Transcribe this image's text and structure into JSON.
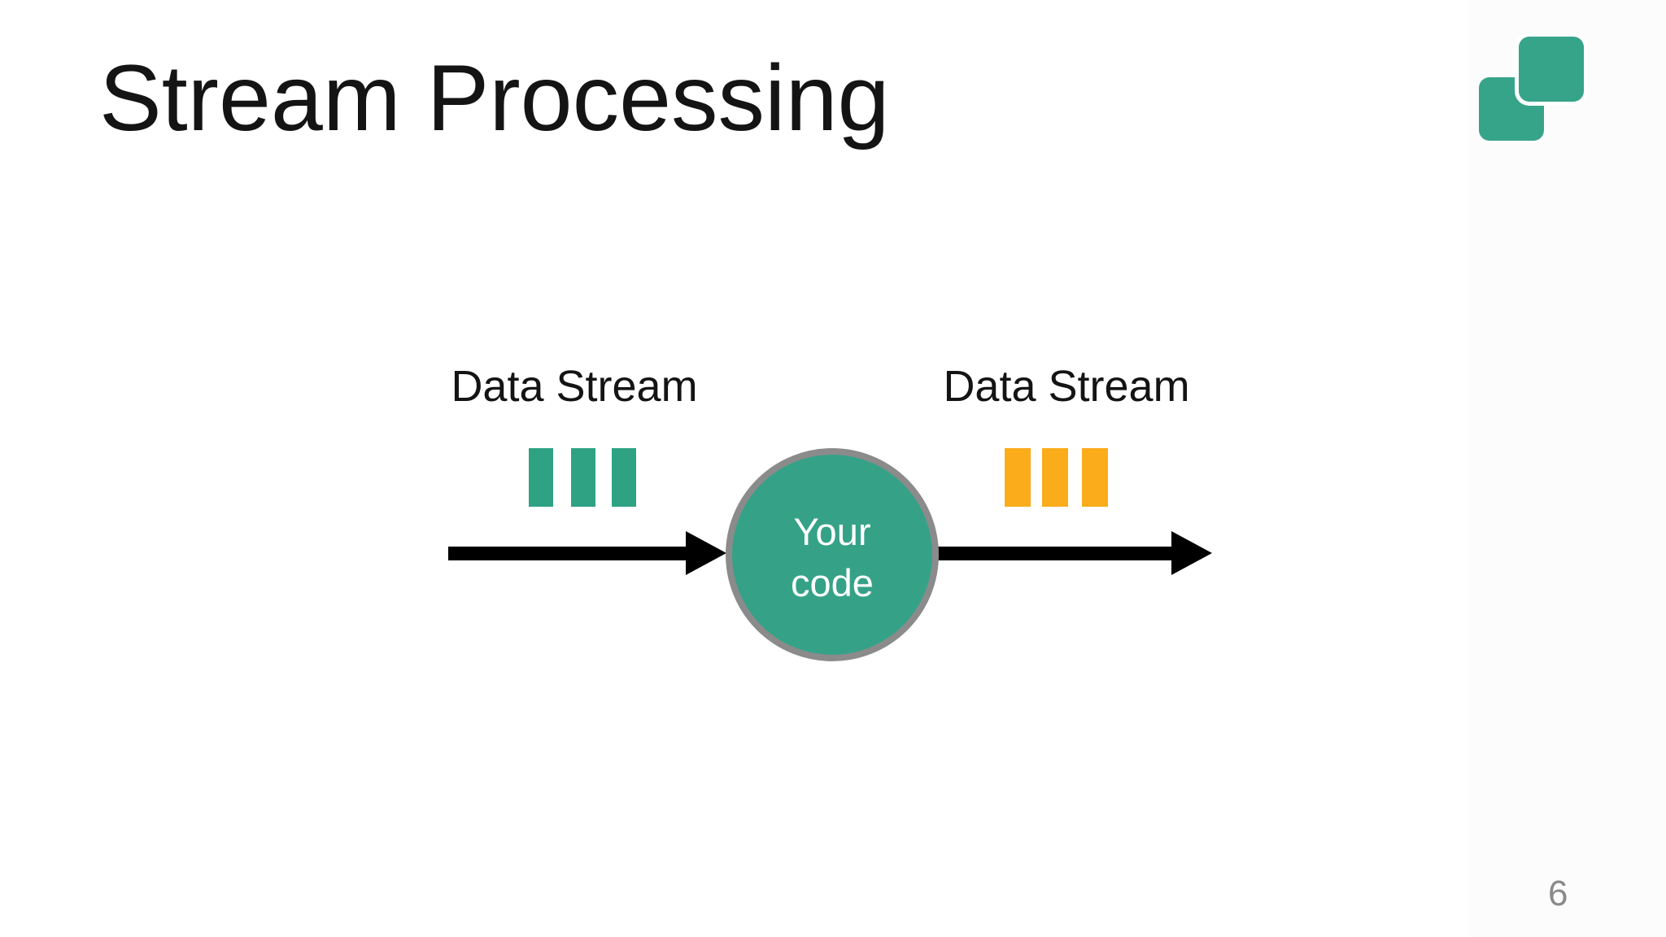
{
  "slide": {
    "title": "Stream Processing",
    "page_number": "6",
    "background": "#ffffff",
    "right_margin_background": "#fcfcfc",
    "title_color": "#141414"
  },
  "logo": {
    "icon": "two-overlapping-rounded-squares-icon",
    "color": "#36a489"
  },
  "diagram": {
    "input_stream": {
      "label": "Data Stream",
      "bar_count": 3,
      "bar_color": "#2fa284"
    },
    "output_stream": {
      "label": "Data Stream",
      "bar_count": 3,
      "bar_color": "#fbac1b"
    },
    "node": {
      "label": "Your code",
      "fill": "#35a287",
      "border_color": "#8b8b8b",
      "text_color": "#ffffff"
    },
    "arrow_color": "#000000"
  }
}
